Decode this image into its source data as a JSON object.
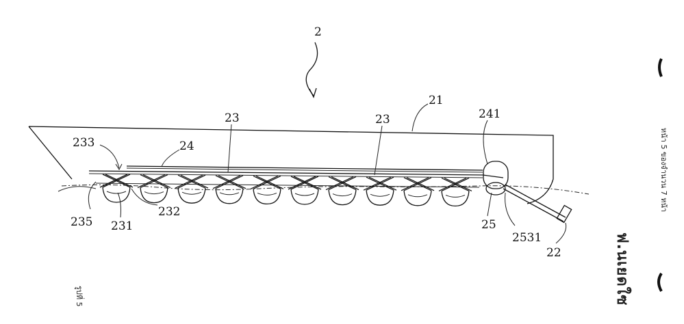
{
  "labels": {
    "main": "2",
    "hull": "21",
    "rod": "22",
    "module_left": "23",
    "module_right": "23",
    "rail": "24",
    "connector": "241",
    "float": "25",
    "float_sub": "2531",
    "label_231": "231",
    "label_232": "232",
    "label_233": "233",
    "label_235": "235"
  },
  "sidebar": {
    "page_note": "หน้า 5 ของจำนวน 7 หน้า",
    "figure_note": "รูปที่ 5",
    "stamp_text": "ฟ.นเยดใซ"
  }
}
